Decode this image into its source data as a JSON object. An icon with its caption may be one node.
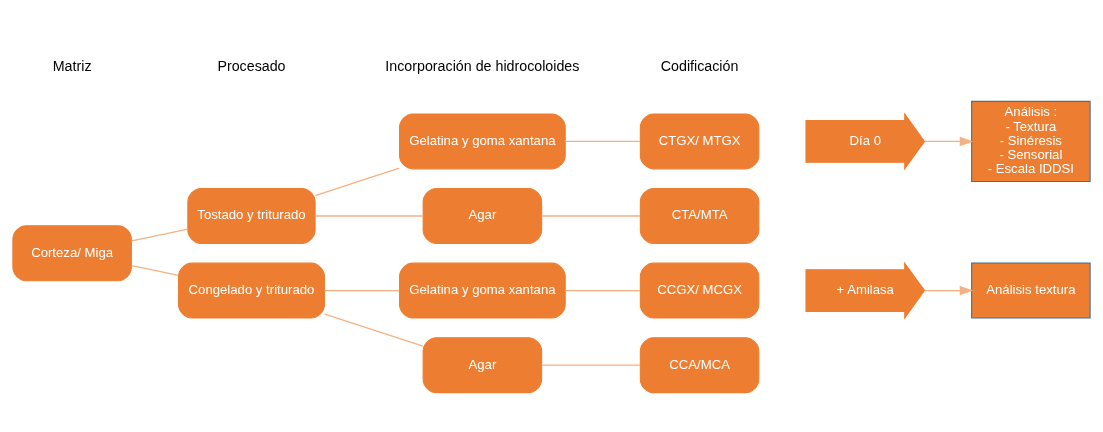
{
  "diagram": {
    "nodes": [
      {
        "text": [
          "Corteza/ Miga"
        ]
      },
      {
        "text": [
          "Tostado y triturado"
        ]
      },
      {
        "text": [
          "Congelado y triturado"
        ]
      },
      {
        "text": [
          "Gelatina y goma xantana"
        ]
      },
      {
        "text": [
          "Agar"
        ]
      },
      {
        "text": [
          "Gelatina y goma xantana"
        ]
      },
      {
        "text": [
          "Agar"
        ]
      },
      {
        "text": [
          "CTGX/ MTGX"
        ]
      },
      {
        "text": [
          "CTA/MTA"
        ]
      },
      {
        "text": [
          "CCGX/ MCGX"
        ]
      },
      {
        "text": [
          "CCA/MCA"
        ]
      },
      {
        "text": [
          "Día 0"
        ]
      },
      {
        "text": [
          "Análisis :",
          "- Textura",
          "- Sinéresis",
          "- Sensorial",
          "- Escala IDDSI"
        ]
      },
      {
        "text": [
          "+ Amilasa"
        ]
      },
      {
        "text": [
          "Análisis textura"
        ]
      }
    ],
    "edges": [
      {
        "from": 0,
        "to": 1,
        "arrow": "none"
      },
      {
        "from": 0,
        "to": 2,
        "arrow": "none"
      },
      {
        "from": 1,
        "to": 3,
        "arrow": "none"
      },
      {
        "from": 1,
        "to": 4,
        "arrow": "none"
      },
      {
        "from": 2,
        "to": 5,
        "arrow": "none"
      },
      {
        "from": 2,
        "to": 6,
        "arrow": "none"
      },
      {
        "from": 3,
        "to": 7,
        "arrow": "none"
      },
      {
        "from": 4,
        "to": 8,
        "arrow": "none"
      },
      {
        "from": 5,
        "to": 9,
        "arrow": "none"
      },
      {
        "from": 6,
        "to": 10,
        "arrow": "none"
      },
      {
        "from": 11,
        "to": 12,
        "arrow": "to"
      },
      {
        "from": 13,
        "to": 14,
        "arrow": "to"
      }
    ],
    "labels": [
      "Matriz",
      "Procesado",
      "Incorporación de hidrocoloides",
      "Codificación"
    ]
  }
}
